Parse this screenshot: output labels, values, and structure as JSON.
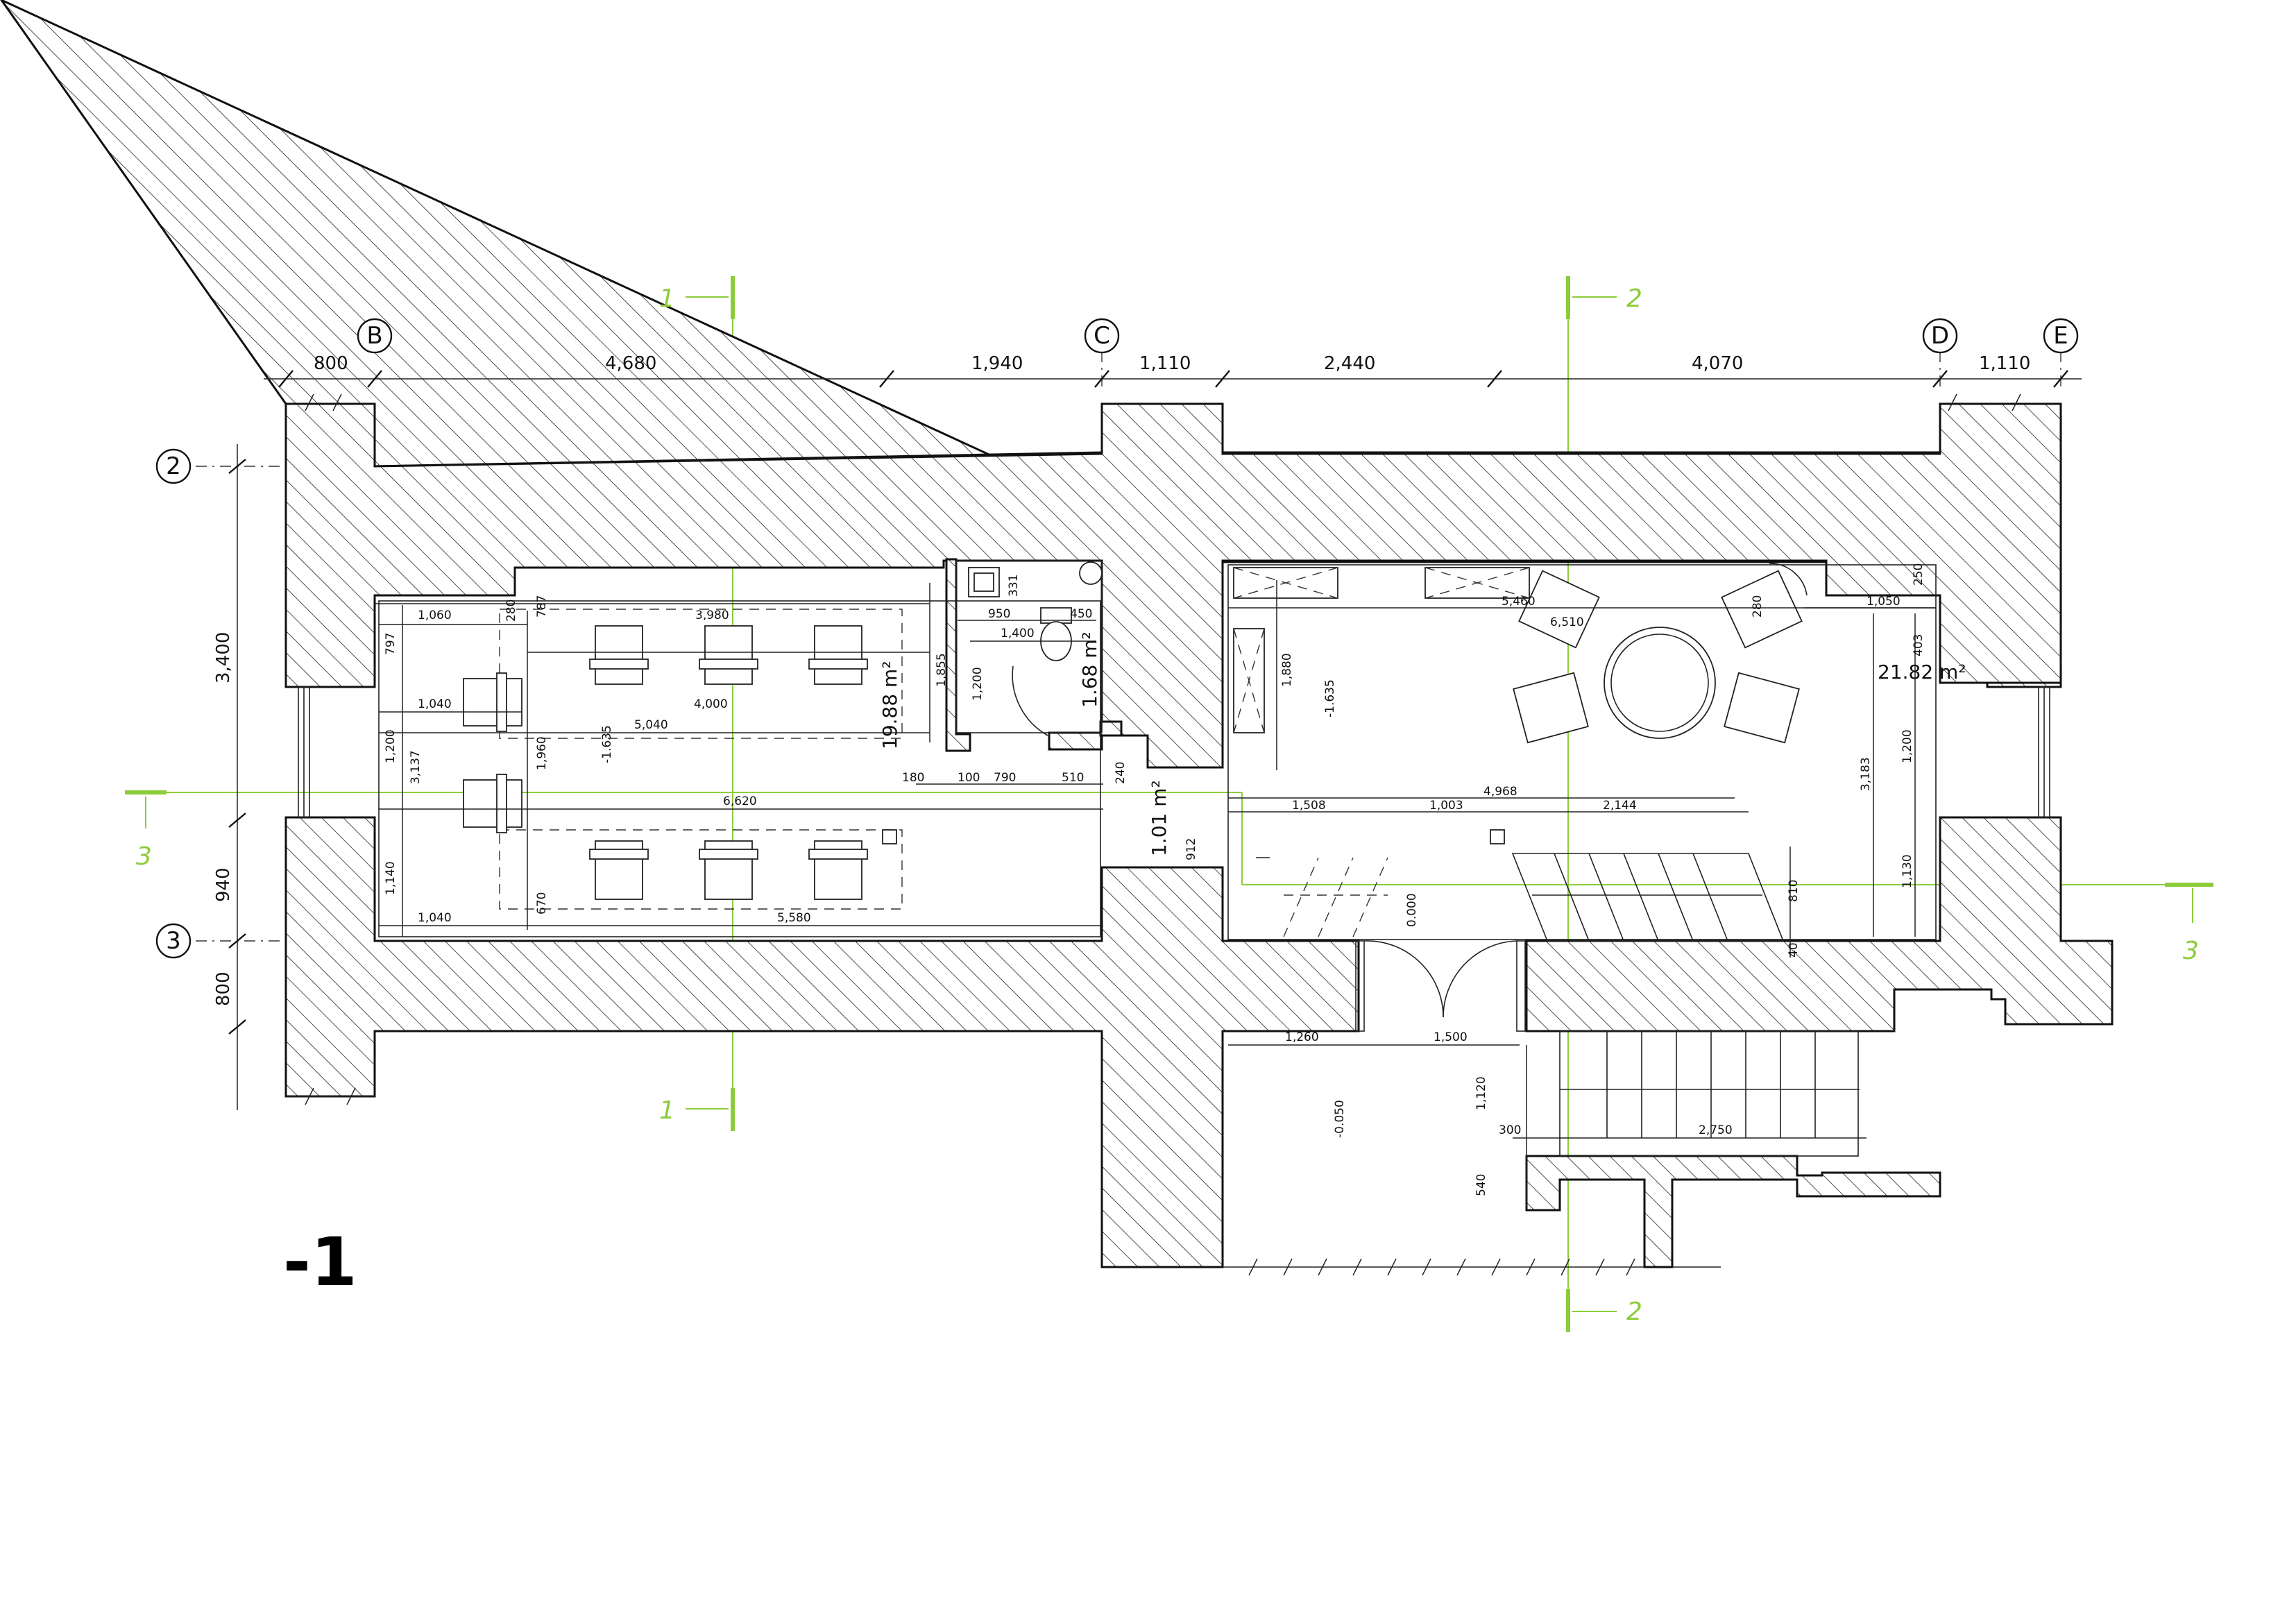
{
  "colors": {
    "section": "#8ccc3a",
    "line": "#111111"
  },
  "floor_label": "-1",
  "grid": {
    "columns": [
      "B",
      "C",
      "D",
      "E"
    ],
    "rows": [
      "2",
      "3"
    ]
  },
  "sections": {
    "s1": "1",
    "s2": "2",
    "s3": "3"
  },
  "dims_top": [
    "800",
    "4,680",
    "1,940",
    "1,110",
    "2,440",
    "4,070",
    "1,110"
  ],
  "dims_left": [
    "3,400",
    "940",
    "800"
  ],
  "areas": {
    "hall_left": "19.88 m²",
    "wc": "1.68 m²",
    "lobby": "1.01 m²",
    "room_right": "21.82 m²"
  },
  "levels": {
    "l1": "-1.635",
    "l2": "-1.635",
    "l3": "0.000",
    "l4": "-0.050"
  },
  "left_room_dims": {
    "d1060": "1,060",
    "d280": "280",
    "d787": "787",
    "d3980": "3,980",
    "d797": "797",
    "d1040a": "1,040",
    "d4000": "4,000",
    "d5040": "5,040",
    "d1200": "1,200",
    "d3137": "3,137",
    "d1960": "1,960",
    "d6620": "6,620",
    "d1140": "1,140",
    "d670": "670",
    "d1040b": "1,040",
    "d5580": "5,580",
    "d1855": "1,855"
  },
  "wc_dims": {
    "d331": "331",
    "d950": "950",
    "d450": "450",
    "d1400": "1,400",
    "d1200": "1,200",
    "d180": "180",
    "d100": "100",
    "d790": "790",
    "d510": "510",
    "d240": "240",
    "d912": "912"
  },
  "right_room_dims": {
    "d5460": "5,460",
    "d6510": "6,510",
    "d280": "280",
    "d250": "250",
    "d1050": "1,050",
    "d403": "403",
    "d1880": "1,880",
    "d4968": "4,968",
    "d1508": "1,508",
    "d1003": "1,003",
    "d2144": "2,144",
    "d3183": "3,183",
    "d1200": "1,200",
    "d810": "810",
    "d1130": "1,130",
    "d40": "40"
  },
  "stair_dims": {
    "d1260": "1,260",
    "d1500": "1,500",
    "d1120": "1,120",
    "d300": "300",
    "d2750": "2,750",
    "d540": "540"
  }
}
